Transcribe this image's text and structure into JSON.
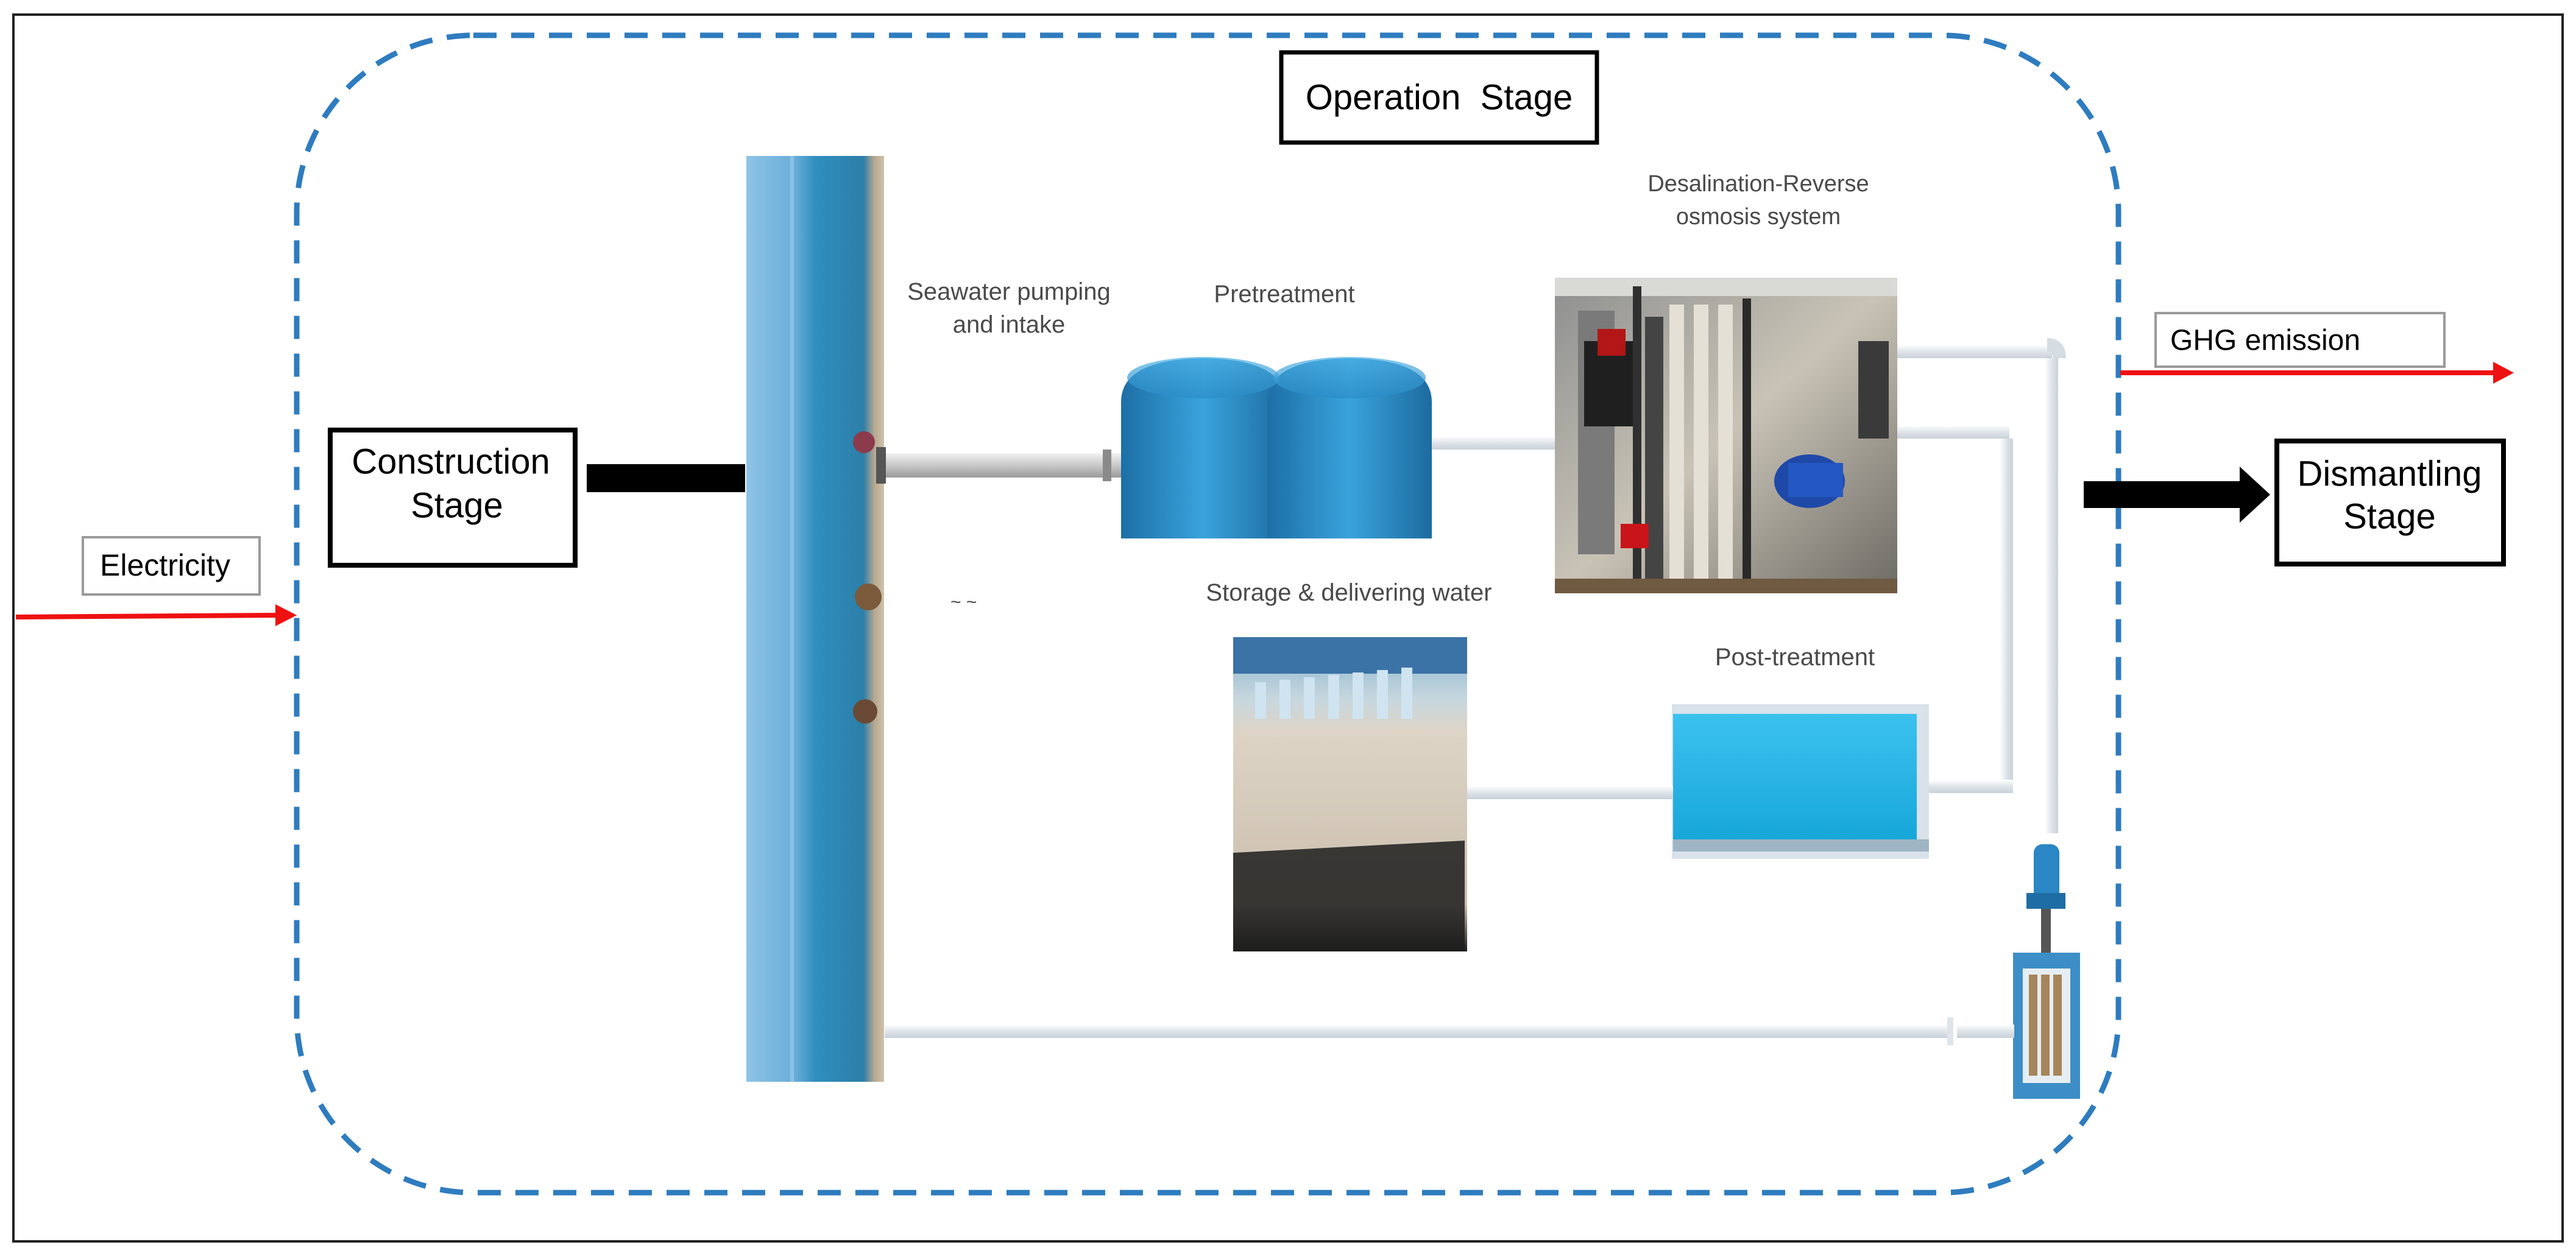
{
  "stages": {
    "operation": "Operation  Stage",
    "construction_line1": "Construction",
    "construction_line2": "Stage",
    "dismantling_line1": "Dismantling",
    "dismantling_line2": "Stage"
  },
  "inputs": {
    "electricity": "Electricity"
  },
  "outputs": {
    "ghg": "GHG emission"
  },
  "process": {
    "intake_line1": "Seawater pumping",
    "intake_line2": "and intake",
    "pretreatment": "Pretreatment",
    "ro_line1": "Desalination-Reverse",
    "ro_line2": "osmosis system",
    "storage": "Storage & delivering water",
    "posttreatment": "Post-treatment"
  },
  "colors": {
    "boundary_dash": "#2e7cbf",
    "arrow_red": "#ee1111",
    "tank_blue": "#2f97d2",
    "basin_blue": "#22b4e6",
    "pipe": "#e3e9ee"
  }
}
